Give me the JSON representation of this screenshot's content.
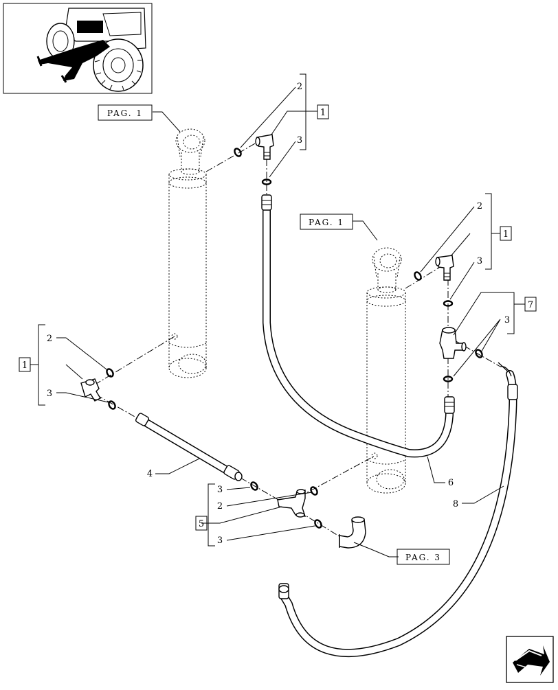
{
  "callouts": {
    "pag_top_left": "PAG. 1",
    "pag_mid_right": "PAG. 1",
    "pag_bottom": "PAG. 3",
    "ref_1_top": "1",
    "ref_1_right": "1",
    "ref_1_left": "1",
    "ref_7": "7",
    "ref_5": "5",
    "n2_top": "2",
    "n3_top": "3",
    "n2_right": "2",
    "n3_right": "3",
    "n3_right_b": "3",
    "n2_left": "2",
    "n3_left": "3",
    "n3_bottom_a": "3",
    "n2_bottom": "2",
    "n3_bottom_b": "3",
    "n4": "4",
    "n6": "6",
    "n8": "8"
  },
  "icons": {
    "thumbnail": "tractor-locator-icon",
    "navigation": "next-page-arrow-icon"
  }
}
